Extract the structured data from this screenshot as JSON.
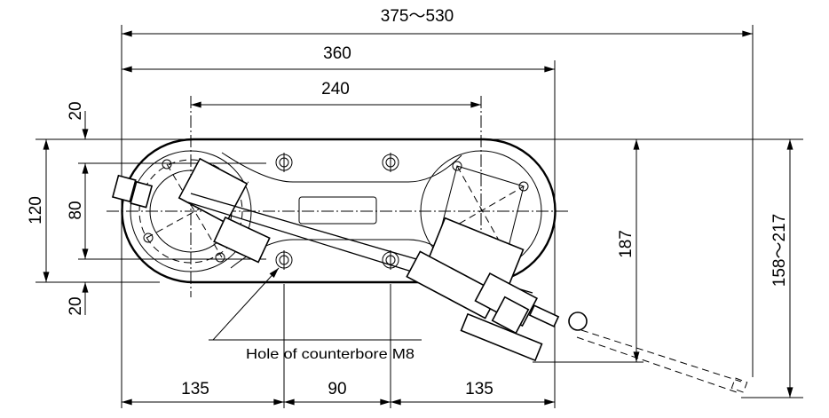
{
  "title": "Robot arm mounting dimensions",
  "dimensions": {
    "overall_reach": "375〜530",
    "base_length": "360",
    "axis_spacing": "240",
    "top_margin": "20",
    "base_width": "120",
    "hole_spacing_y": "80",
    "bottom_margin": "20",
    "arm_height": "187",
    "tool_height_range": "158〜217",
    "bottom_left": "135",
    "hole_spacing_x": "90",
    "bottom_right": "135"
  },
  "annotations": {
    "hole_label": "Hole of counterbore M8"
  }
}
